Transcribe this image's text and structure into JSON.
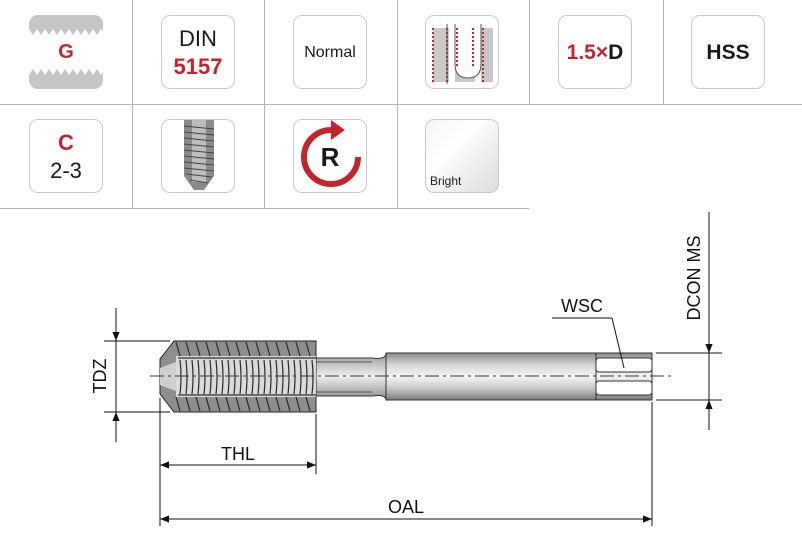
{
  "tiles": {
    "thread_form": {
      "letter": "G"
    },
    "standard": {
      "line1": "DIN",
      "line2": "5157"
    },
    "chamfer_type": {
      "label": "Normal"
    },
    "depth": {
      "value": "1.5",
      "times": "×",
      "unit": "D"
    },
    "material": {
      "label": "HSS"
    },
    "chamfer_form": {
      "letter": "C",
      "range": "2-3"
    },
    "rotation": {
      "letter": "R"
    },
    "coating": {
      "label": "Bright"
    }
  },
  "drawing": {
    "labels": {
      "tdz": "TDZ",
      "thl": "THL",
      "oal": "OAL",
      "wsc": "WSC",
      "dcon": "DCON MS"
    }
  },
  "colors": {
    "accent_red": "#c0262c",
    "grid_line": "#b5b5b5",
    "tile_border": "#c9c9c9"
  }
}
